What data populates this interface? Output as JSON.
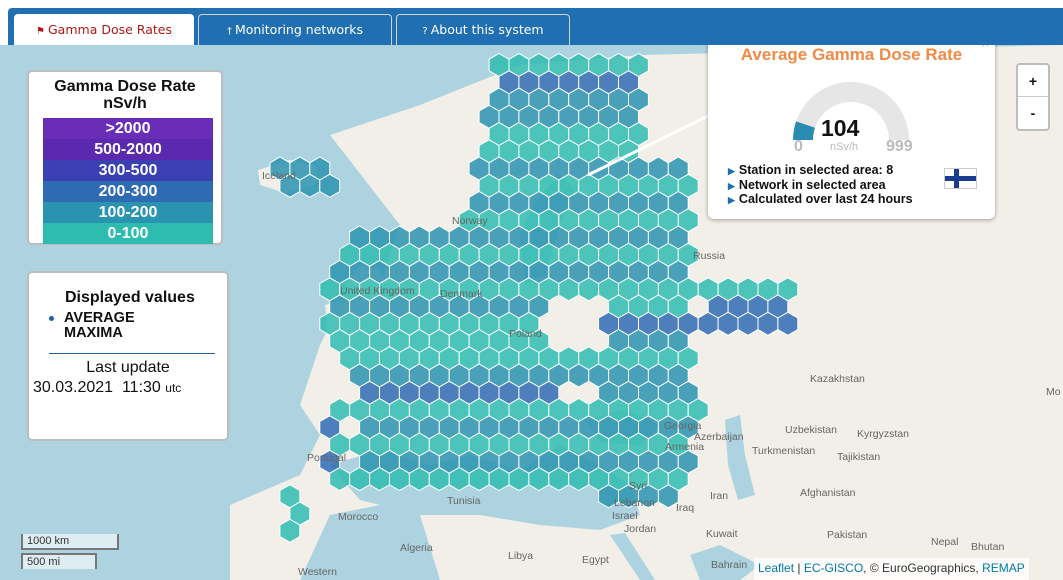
{
  "tabs": [
    {
      "glyph": "⚑",
      "label": "Gamma Dose Rates",
      "active": true
    },
    {
      "glyph": "†",
      "label": "Monitoring networks",
      "active": false
    },
    {
      "glyph": "?",
      "label": "About this system",
      "active": false
    }
  ],
  "legend": {
    "title_line1": "Gamma Dose Rate",
    "title_line2": "nSv/h",
    "rows": [
      {
        "label": ">2000",
        "color": "#6a2db8"
      },
      {
        "label": "500-2000",
        "color": "#5a29b0"
      },
      {
        "label": "300-500",
        "color": "#3a3fb2"
      },
      {
        "label": "200-300",
        "color": "#2f6bb3"
      },
      {
        "label": "100-200",
        "color": "#2a93b0"
      },
      {
        "label": "0-100",
        "color": "#2fbcb0"
      }
    ]
  },
  "displayed_values": {
    "title": "Displayed values",
    "item_line1": "AVERAGE",
    "item_line2": "MAXIMA",
    "last_update_label": "Last update",
    "last_update_value": "30.03.2021  11:30",
    "last_update_tz": "utc"
  },
  "popup": {
    "title": "Average Gamma Dose Rate",
    "close": "×",
    "value": "104",
    "unit": "nSv/h",
    "min": "0",
    "max": "999",
    "gauge_fraction": 0.104,
    "line1": "Station in selected area: 8",
    "line2": "Network in selected area",
    "line3": "Calculated over last 24 hours",
    "flag_icon": "finland-flag-icon"
  },
  "zoom": {
    "in_label": "+",
    "out_label": "-"
  },
  "scale": {
    "km_label": "1000 km",
    "mi_label": "500 mi"
  },
  "attribution": {
    "leaflet": "Leaflet",
    "sep1": " | ",
    "ecgisco": "EC-GISCO",
    "rest": ", © EuroGeographics, ",
    "remap": "REMAP"
  },
  "places": {
    "iceland": "Iceland",
    "norway": "Norway",
    "russia": "Russia",
    "uk": "United Kingdom",
    "denmark": "Denmark",
    "poland": "Poland",
    "kazakhstan": "Kazakhstan",
    "portugal": "Portugal",
    "georgia": "Georgia",
    "azerbaijan": "Azerbaijan",
    "armenia": "Armenia",
    "uzbekistan": "Uzbekistan",
    "kyrgyzstan": "Kyrgyzstan",
    "turkmenistan": "Turkmenistan",
    "tajikistan": "Tajikistan",
    "tunisia": "Tunisia",
    "lebanon": "Lebanon",
    "israel": "Israel",
    "jordan": "Jordan",
    "iraq": "Iraq",
    "iran": "Iran",
    "afghanistan": "Afghanistan",
    "morocco": "Morocco",
    "kuwait": "Kuwait",
    "pakistan": "Pakistan",
    "nepal": "Nepal",
    "bhutan": "Bhutan",
    "algeria": "Algeria",
    "libya": "Libya",
    "egypt": "Egypt",
    "bahrain": "Bahrain",
    "western": "Western",
    "mongolia": "Mo",
    "syria": "Syri"
  },
  "colors": {
    "sea": "#acd3df",
    "land": "#f2efe9",
    "tab_blue": "#1f6fb2",
    "popup_title": "#f08a45",
    "gauge_fill": "#2a8cb0"
  }
}
